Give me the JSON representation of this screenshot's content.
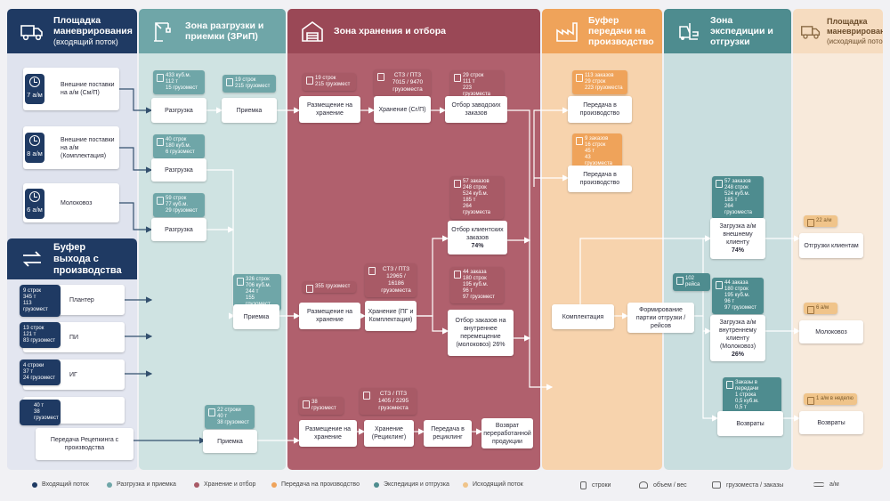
{
  "colors": {
    "inbound": "#1f3a63",
    "receiving": "#6fa6a8",
    "storage": "#a85a66",
    "production_buffer": "#efa35a",
    "shipping": "#4e8c8f",
    "outbound": "#f0c48a"
  },
  "zones": {
    "inbound": "Площадка маневрирования",
    "inbound_sub": "(входящий поток)",
    "receiving": "Зона разгрузки и приемки (ЗРиП)",
    "storage": "Зона хранения и отбора",
    "production": "Буфер передачи на производство",
    "shipping": "Зона экспедиции и отгрузки",
    "outbound": "Площадка маневрирования",
    "outbound_sub": "(исходящий поток)",
    "exit_buffer": "Буфер выхода с производства"
  },
  "inbound": {
    "deliveries": [
      {
        "time": "7 а/м",
        "label": "Внешние поставки на а/м (См/П)"
      },
      {
        "time": "8 а/м",
        "label": "Внешние поставки на а/м (Комплектация)"
      },
      {
        "time": "6 а/м",
        "label": "Молоковоз"
      }
    ]
  },
  "exit_buffer": {
    "items": [
      {
        "stats": "9 строк\n345 т\n113 грузомест",
        "label": "Плантер"
      },
      {
        "stats": "13 строк\n121 т\n83 грузомест",
        "label": "ПИ"
      },
      {
        "stats": "4 строки\n37 т\n24 грузомест",
        "label": "ИГ"
      },
      {
        "stats": "40 т\n38 грузомест",
        "label": ""
      }
    ],
    "recycling_label": "Передача Рецепкинга с производства"
  },
  "receiving": {
    "tags": [
      "433 куб.м.\n112 т\n15 грузомест",
      "19 строк\n215 грузомест",
      "40 строк\n180 куб.м.\n6 грузомест",
      "59 строк\n77 куб.м.\n29 грузомест",
      "326 строк\n706 куб.м.\n244 т\n155 грузомест",
      "22 строки\n40 т\n38 грузомест"
    ],
    "nodes": {
      "unload": "Разгрузка",
      "accept": "Приемка"
    }
  },
  "storage": {
    "tags": [
      "19 строк\n215 грузомест",
      "СТЗ / ПТЗ\n7015 / 9470\nгрузоместа",
      "29 строк\n111 т\n223 грузоместа",
      "57 заказов\n248 строк\n524 куб.м.\n185 т\n264 грузоместа",
      "355 грузомест",
      "СТЗ / ПТЗ\n12965 / 16186\nгрузоместа",
      "44 заказа\n180 строк\n195 куб.м.\n96 т\n97 грузомест",
      "38 грузомест",
      "СТЗ / ПТЗ\n1405 / 2295\nгрузоместа"
    ],
    "nodes": {
      "placement": "Размещение на хранение",
      "storage_sp": "Хранение (Сг/П)",
      "pick_factory": "Отбор заводских заказов",
      "pick_clients": "Отбор клиентских заказов",
      "pick_clients_pct": "74%",
      "storage_pk": "Хранение (ПГ и Комплектация)",
      "pick_internal": "Отбор заказов на внутреннее перемещение (молоковоз) 26%",
      "storage_rec": "Хранение (Рециклинг)",
      "recycle_transfer": "Передача в рециклинг",
      "return_product": "Возврат переработанной продукции"
    }
  },
  "production": {
    "tags": [
      "113 заказов\n29 строк\n223 грузоместа",
      "9 заказов\n16 строк\n45 т\n43 грузоместа"
    ],
    "node": "Передача в производство"
  },
  "shipping": {
    "tags": [
      "57 заказов\n248 строк\n524 куб.м.\n185 т\n264 грузоместа",
      "102 рейса",
      "44 заказа\n180 строк\n195 куб.м.\n96 т\n97 грузомест",
      "Заказы в передачи\n1 строка\n0,5 куб.м.\n0,5 т"
    ],
    "nodes": {
      "kit": "Комплектация",
      "batch": "Формирование партии отгрузки / рейсов",
      "load_clients": "Загрузка а/м внешнему клиенту",
      "load_clients_pct": "74%",
      "load_internal": "Загрузка а/м внутреннему клиенту (Молоковоз)",
      "load_internal_pct": "26%",
      "returns": "Возвраты"
    }
  },
  "outbound": {
    "items": [
      {
        "tag": "22 а/м",
        "label": "Отгрузки клиентам"
      },
      {
        "tag": "6 а/м",
        "label": "Молоковоз"
      },
      {
        "tag": "1 а/м в неделю",
        "label": "Возвраты"
      }
    ]
  },
  "legend": {
    "inbound": "Входящий поток",
    "receiving": "Разгрузка и приемка",
    "storage": "Хранение и отбор",
    "production": "Передача на производство",
    "shipping": "Экспедиция и отгрузка",
    "outbound": "Исходящий поток",
    "rows": "строки",
    "volume": "объем / вес",
    "places": "грузоместа / заказы",
    "trucks": "а/м"
  }
}
